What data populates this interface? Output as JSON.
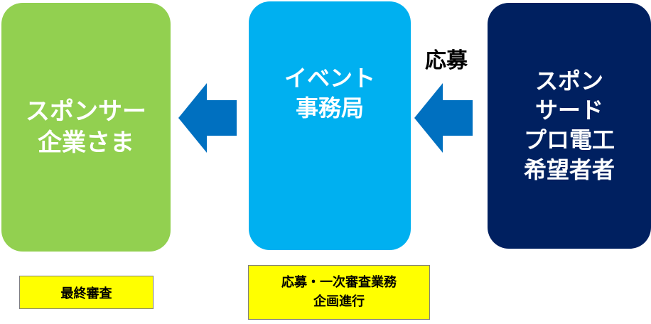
{
  "boxes": {
    "sponsor": "スポンサー\n企業さま",
    "office": "イベント\n事務局",
    "applicant": "スポン\nサード\nプロ電工\n希望者者"
  },
  "arrow_label": "応募",
  "notes": {
    "sponsor": "最終審査",
    "office": "応募・一次審査業務\n企画進行"
  },
  "colors": {
    "sponsor": "#92d050",
    "office": "#00b0f0",
    "applicant": "#002060",
    "arrow": "#0070c0",
    "note": "#ffff00"
  }
}
